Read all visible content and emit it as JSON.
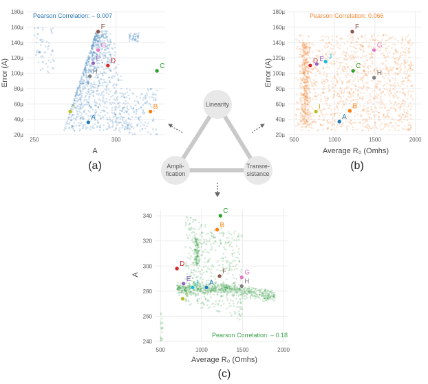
{
  "chart_data": [
    {
      "id": "a",
      "type": "scatter",
      "caption": "(a)",
      "xlabel": "A",
      "ylabel": "Error (A)",
      "xlim": [
        245,
        330
      ],
      "ylim": [
        20,
        180
      ],
      "xticks": [
        "250",
        "300"
      ],
      "xtickvals": [
        250,
        300
      ],
      "yticks": [
        "20µ",
        "40µ",
        "60µ",
        "80µ",
        "100µ",
        "120µ",
        "140µ",
        "160µ",
        "180µ"
      ],
      "ytickvals": [
        20,
        40,
        60,
        80,
        100,
        120,
        140,
        160,
        180
      ],
      "correlation": "Pearson Correlation: – 0.007",
      "color": "#2f78b5",
      "points": [
        {
          "label": "A",
          "x": 283,
          "y": 36,
          "color": "#1f77b4"
        },
        {
          "label": "B",
          "x": 321,
          "y": 50,
          "color": "#ff7f0e"
        },
        {
          "label": "C",
          "x": 325,
          "y": 103,
          "color": "#2ca02c"
        },
        {
          "label": "D",
          "x": 295,
          "y": 110,
          "color": "#d62728"
        },
        {
          "label": "E",
          "x": 286,
          "y": 113,
          "color": "#9467bd"
        },
        {
          "label": "F",
          "x": 289,
          "y": 154,
          "color": "#8c564b"
        },
        {
          "label": "G",
          "x": 289,
          "y": 130,
          "color": "#e377c2"
        },
        {
          "label": "H",
          "x": 284,
          "y": 96,
          "color": "#7f7f7f"
        },
        {
          "label": "I",
          "x": 272,
          "y": 50,
          "color": "#bcbd22"
        }
      ]
    },
    {
      "id": "b",
      "type": "scatter",
      "caption": "(b)",
      "xlabel": "Average R₀ (Omhs)",
      "ylabel": "Error (A)",
      "xlim": [
        420,
        2080
      ],
      "ylim": [
        20,
        180
      ],
      "xticks": [
        "500",
        "1000",
        "1500",
        "2000"
      ],
      "xtickvals": [
        500,
        1000,
        1500,
        2000
      ],
      "yticks": [
        "20µ",
        "40µ",
        "60µ",
        "80µ",
        "100µ",
        "120µ",
        "140µ",
        "160µ",
        "180µ"
      ],
      "ytickvals": [
        20,
        40,
        60,
        80,
        100,
        120,
        140,
        160,
        180
      ],
      "correlation": "Pearson Correlation: 0.066",
      "color": "#f28a3a",
      "points": [
        {
          "label": "A",
          "x": 1060,
          "y": 37,
          "color": "#1f77b4"
        },
        {
          "label": "B",
          "x": 1190,
          "y": 51,
          "color": "#ff7f0e"
        },
        {
          "label": "C",
          "x": 1230,
          "y": 103,
          "color": "#2ca02c"
        },
        {
          "label": "D",
          "x": 700,
          "y": 110,
          "color": "#d62728"
        },
        {
          "label": "E",
          "x": 780,
          "y": 112,
          "color": "#9467bd"
        },
        {
          "label": "F",
          "x": 1220,
          "y": 154,
          "color": "#8c564b"
        },
        {
          "label": "G",
          "x": 1490,
          "y": 130,
          "color": "#e377c2"
        },
        {
          "label": "H",
          "x": 1490,
          "y": 94,
          "color": "#7f7f7f"
        },
        {
          "label": "I",
          "x": 770,
          "y": 50,
          "color": "#bcbd22"
        },
        {
          "label": "J",
          "x": 890,
          "y": 115,
          "color": "#17becf"
        }
      ]
    },
    {
      "id": "c",
      "type": "scatter",
      "caption": "(c)",
      "xlabel": "Average R₀ (Omhs)",
      "ylabel": "A",
      "xlim": [
        430,
        2050
      ],
      "ylim": [
        240,
        345
      ],
      "xticks": [
        "500",
        "1000",
        "1500",
        "2000"
      ],
      "xtickvals": [
        500,
        1000,
        1500,
        2000
      ],
      "yticks": [
        "240",
        "260",
        "280",
        "300",
        "320",
        "340"
      ],
      "ytickvals": [
        240,
        260,
        280,
        300,
        320,
        340
      ],
      "correlation": "Pearson Correlation: – 0.18",
      "color": "#3aa14a",
      "points": [
        {
          "label": "A",
          "x": 1060,
          "y": 283,
          "color": "#1f77b4"
        },
        {
          "label": "B",
          "x": 1190,
          "y": 329,
          "color": "#ff7f0e"
        },
        {
          "label": "C",
          "x": 1230,
          "y": 340,
          "color": "#2ca02c"
        },
        {
          "label": "D",
          "x": 700,
          "y": 298,
          "color": "#d62728"
        },
        {
          "label": "E",
          "x": 780,
          "y": 286,
          "color": "#9467bd"
        },
        {
          "label": "F",
          "x": 1220,
          "y": 292,
          "color": "#8c564b"
        },
        {
          "label": "G",
          "x": 1490,
          "y": 291,
          "color": "#e377c2"
        },
        {
          "label": "H",
          "x": 1490,
          "y": 284,
          "color": "#7f7f7f"
        },
        {
          "label": "I",
          "x": 770,
          "y": 274,
          "color": "#bcbd22"
        },
        {
          "label": "J",
          "x": 890,
          "y": 283,
          "color": "#17becf"
        }
      ]
    }
  ],
  "diagram": {
    "nodes": [
      "Linearity",
      "Ampli-\nfication",
      "Transre-\nsistance"
    ]
  }
}
